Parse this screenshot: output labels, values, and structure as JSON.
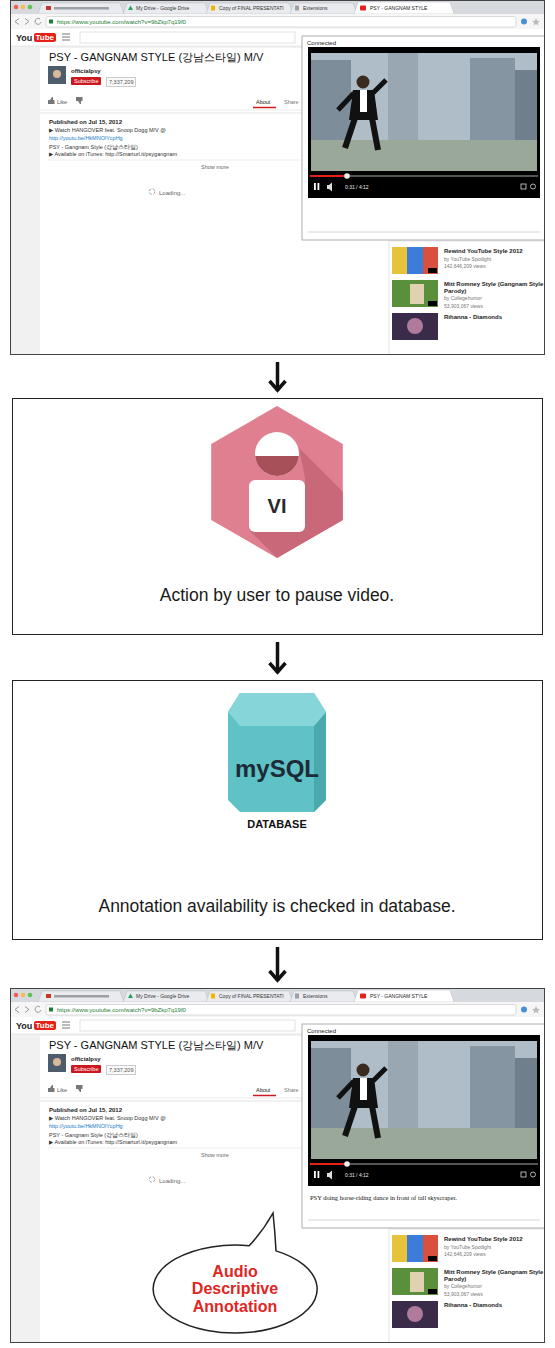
{
  "diagram": {
    "nodes": [
      {
        "text": [
          "My Drive - Google Drive",
          "Copy of FINAL PRESENTATI",
          "Extensions",
          "PSY - GANGNAM STYLE",
          "https://www.youtube.com/watch?v=9bZkp7q19f0",
          "You",
          "Tube",
          "PSY - GANGNAM STYLE (강남스타일) M/V",
          "officialpsy",
          "Subscribe",
          "7,337,209",
          "Like",
          "About",
          "Share",
          "Published on Jul 15, 2012",
          "▶ Watch HANGOVER feat. Snoop Dogg M/V @",
          "http://youtu.be/HkMNOlYcpHg",
          "PSY - Gangnam Style (강남스타일)",
          "▶ Available on iTunes: http://Smarturl.it/psygangnam",
          "Show more",
          "Loading...",
          "Connected",
          "0:31 / 4:12",
          "Rewind YouTube Style 2012",
          "by YouTube Spotlight",
          "142,646,209 views",
          "Mitt Romney Style (Gangnam Style Parody)",
          "by Collegehumor",
          "53,903,067 views",
          "Rihanna - Diamonds"
        ]
      },
      {
        "text": [
          "VI",
          "Action by user to pause video."
        ]
      },
      {
        "text": [
          "mySQL",
          "DATABASE",
          "Annotation availability is checked in database."
        ]
      },
      {
        "text": [
          "My Drive - Google Drive",
          "Copy of FINAL PRESENTATI",
          "Extensions",
          "PSY - GANGNAM STYLE",
          "https://www.youtube.com/watch?v=9bZkp7q19f0",
          "You",
          "Tube",
          "PSY - GANGNAM STYLE (강남스타일) M/V",
          "officialpsy",
          "Subscribe",
          "7,337,209",
          "Like",
          "About",
          "Share",
          "Published on Jul 15, 2012",
          "▶ Watch HANGOVER feat. Snoop Dogg M/V @",
          "http://youtu.be/HkMNOlYcpHg",
          "PSY - Gangnam Style (강남스타일)",
          "▶ Available on iTunes: http://Smarturl.it/psygangnam",
          "Show more",
          "Loading...",
          "Connected",
          "0:31 / 4:12",
          "Rewind YouTube Style 2012",
          "by YouTube Spotlight",
          "142,646,209 views",
          "Mitt Romney Style (Gangnam Style Parody)",
          "by Collegehumor",
          "53,903,067 views",
          "Rihanna - Diamonds",
          "PSY doing horse-riding dance in front of tall skyscraper."
        ]
      },
      {
        "text": [
          "Audio Descriptive Annotation"
        ],
        "in": 3
      }
    ],
    "edges": [
      {
        "from": 0,
        "to": 1,
        "arrow": "to"
      },
      {
        "from": 1,
        "to": 2,
        "arrow": "to"
      },
      {
        "from": 2,
        "to": 3,
        "arrow": "to"
      }
    ]
  }
}
